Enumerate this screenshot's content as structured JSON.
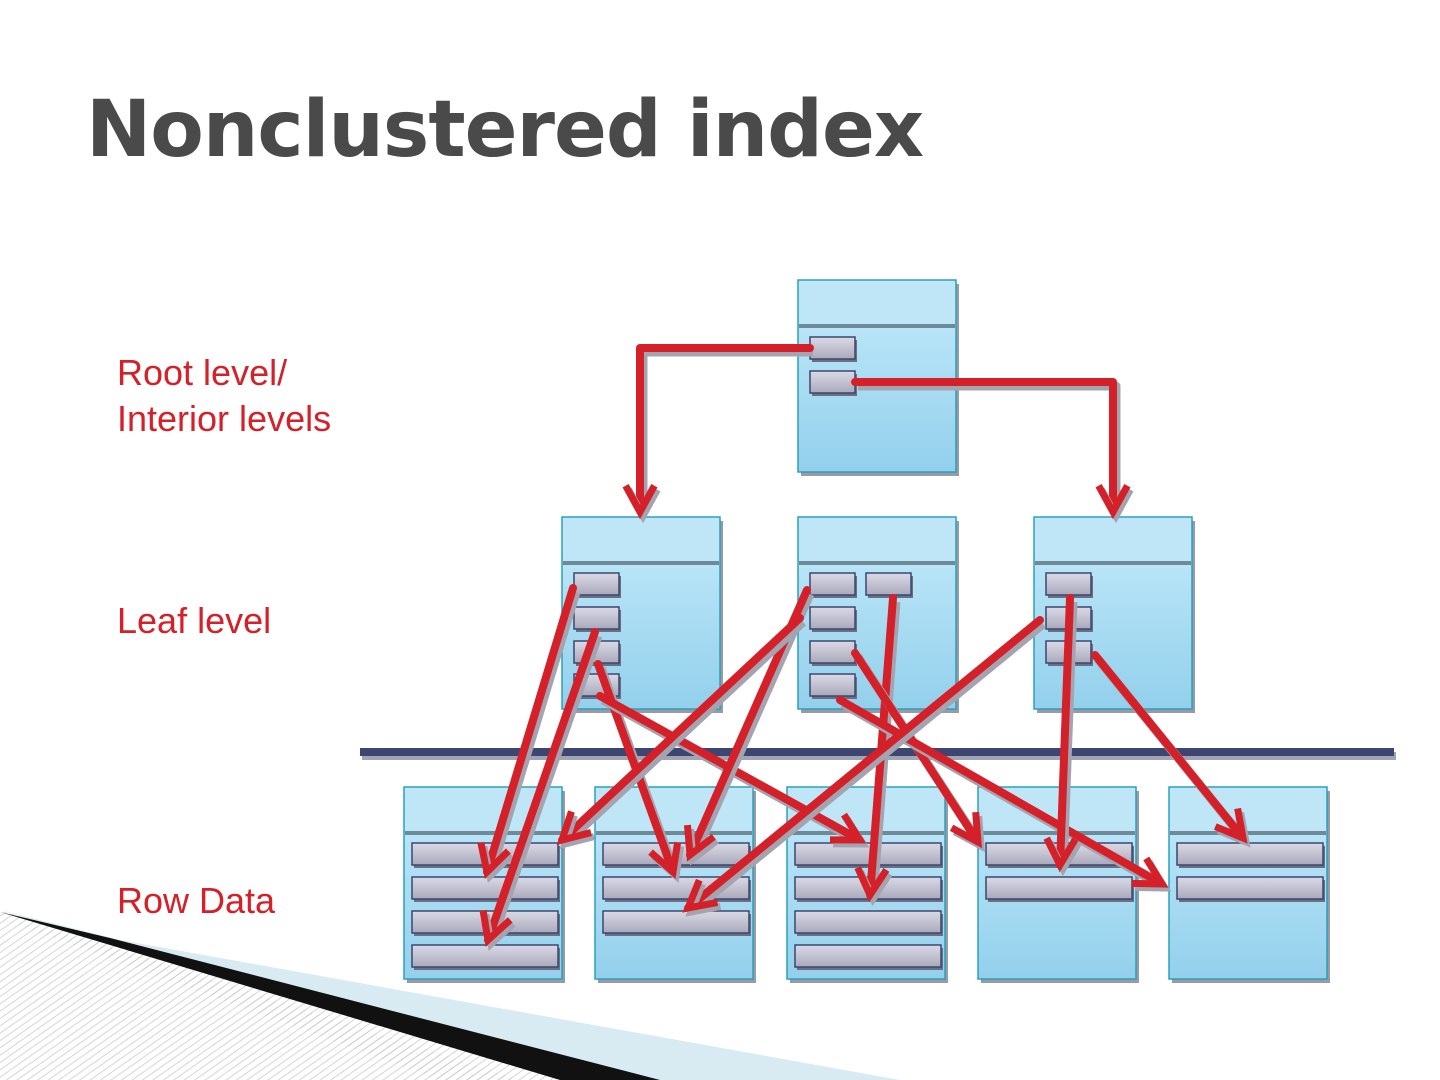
{
  "title": "Nonclustered index",
  "labels": {
    "root_line1": "Root level/",
    "root_line2": "Interior levels",
    "leaf": "Leaf level",
    "row_data": "Row Data"
  },
  "colors": {
    "accent": "#d42028",
    "label": "#d42028",
    "page_fill": "#a9dcf2",
    "page_border": "#2aa0bb",
    "slot_fill": "#b8b8c8",
    "divider": "#3c4670"
  }
}
